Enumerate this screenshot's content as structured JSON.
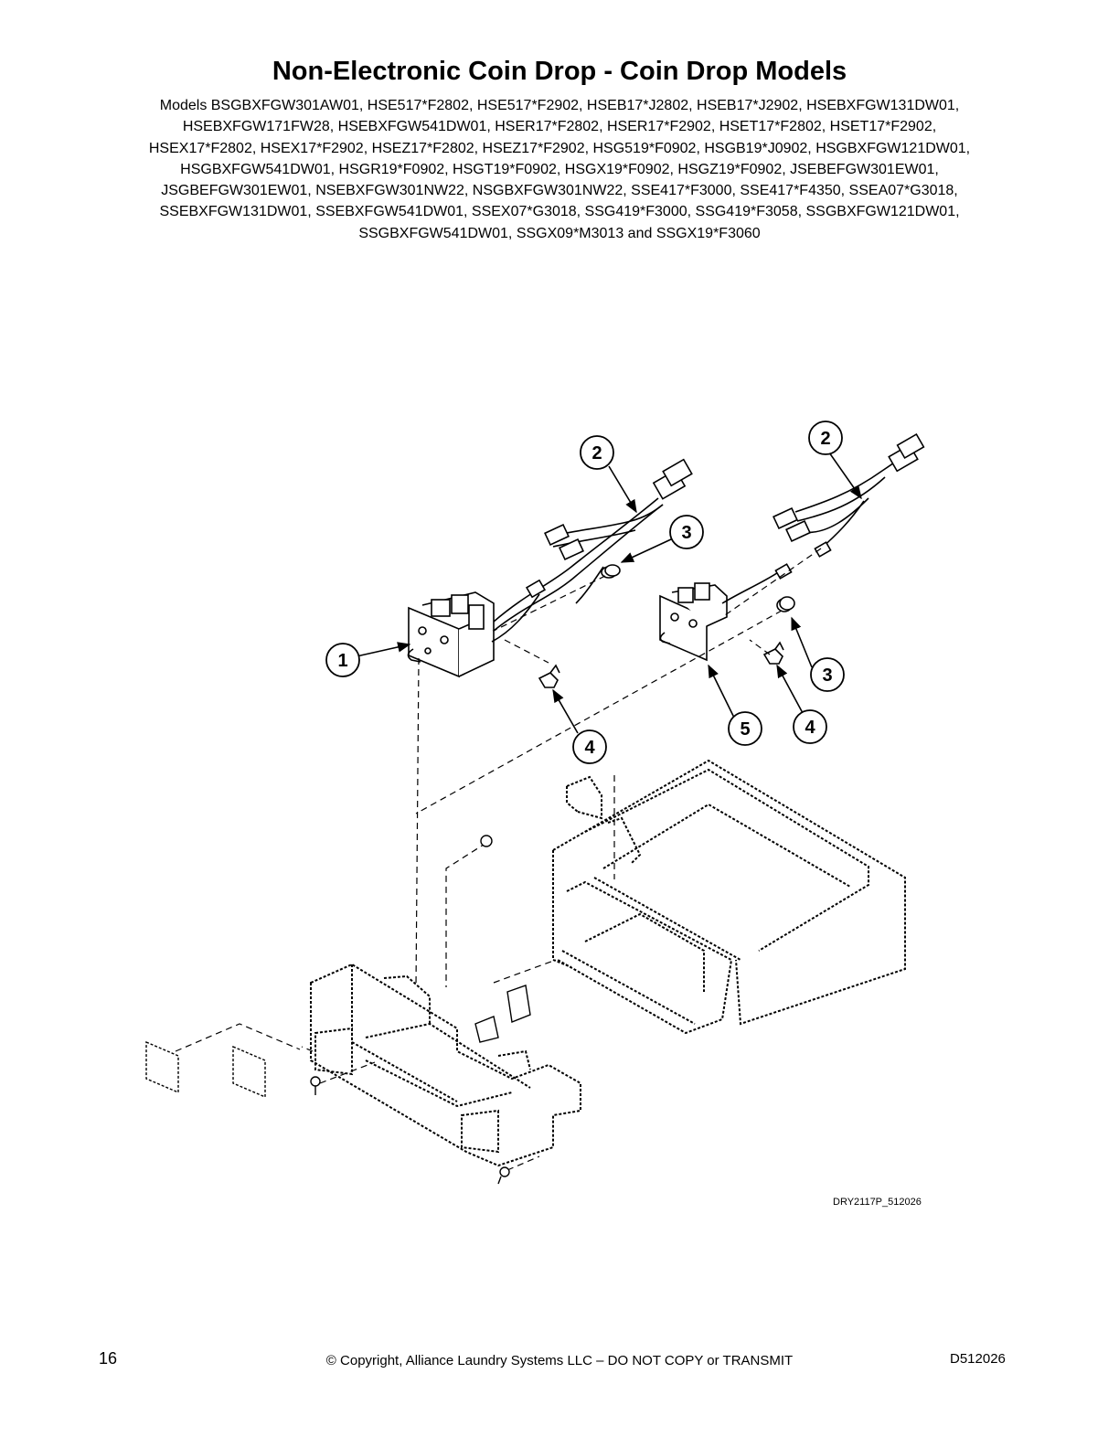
{
  "page": {
    "title": "Non-Electronic Coin Drop - Coin Drop Models",
    "model_lines": [
      "Models BSGBXFGW301AW01, HSE517*F2802, HSE517*F2902, HSEB17*J2802, HSEB17*J2902, HSEBXFGW131DW01,",
      "HSEBXFGW171FW28, HSEBXFGW541DW01, HSER17*F2802, HSER17*F2902, HSET17*F2802, HSET17*F2902,",
      "HSEX17*F2802, HSEX17*F2902, HSEZ17*F2802, HSEZ17*F2902, HSG519*F0902, HSGB19*J0902, HSGBXFGW121DW01,",
      "HSGBXFGW541DW01, HSGR19*F0902, HSGT19*F0902, HSGX19*F0902, HSGZ19*F0902, JSEBEFGW301EW01,",
      "JSGBEFGW301EW01, NSEBXFGW301NW22, NSGBXFGW301NW22, SSE417*F3000, SSE417*F4350, SSEA07*G3018,",
      "SSEBXFGW131DW01, SSEBXFGW541DW01, SSEX07*G3018, SSG419*F3000, SSG419*F3058, SSGBXFGW121DW01,",
      "SSGBXFGW541DW01, SSGX09*M3013 and SSGX19*F3060"
    ]
  },
  "diagram": {
    "callouts": [
      "2",
      "3",
      "1",
      "4",
      "2",
      "3",
      "5",
      "4"
    ],
    "drawing_ref": "DRY2117P_512026"
  },
  "footer": {
    "page_number": "16",
    "copyright": "© Copyright, Alliance Laundry Systems LLC – DO NOT COPY or TRANSMIT",
    "doc_number": "D512026"
  }
}
